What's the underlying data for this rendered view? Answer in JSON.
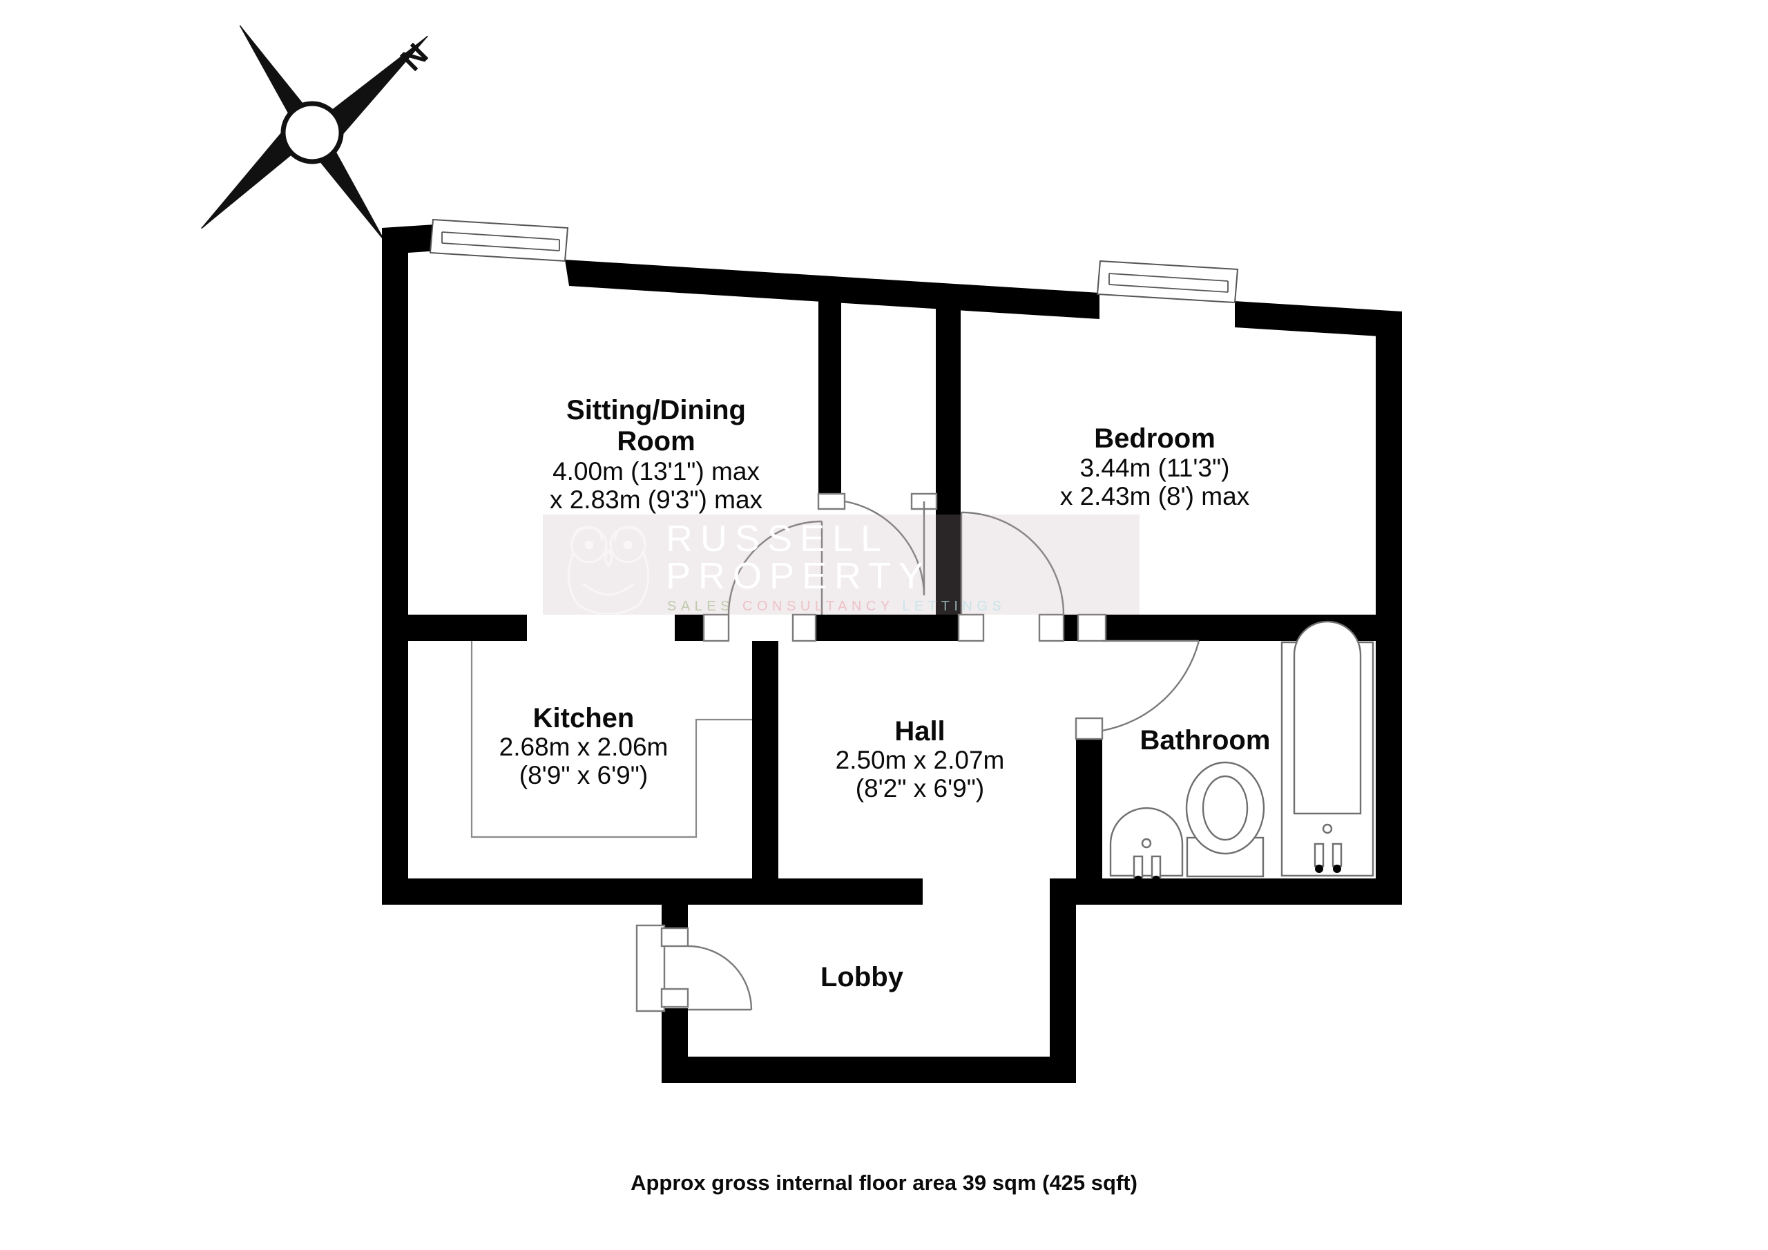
{
  "document": {
    "type": "floor-plan",
    "footer_note": "Approx gross internal floor area 39 sqm (425 sqft)"
  },
  "compass": {
    "label": "N",
    "icon": "compass-rose",
    "rotation_deg": 45
  },
  "rooms": [
    {
      "key": "sitting_dining",
      "name": "Sitting/Dining",
      "name_line2": "Room",
      "dim_line1": "4.00m (13'1\") max",
      "dim_line2": "x 2.83m (9'3\") max"
    },
    {
      "key": "bedroom",
      "name": "Bedroom",
      "name_line2": "",
      "dim_line1": "3.44m (11'3\")",
      "dim_line2": "x 2.43m (8') max"
    },
    {
      "key": "kitchen",
      "name": "Kitchen",
      "name_line2": "",
      "dim_line1": "2.68m x 2.06m",
      "dim_line2": "(8'9\" x 6'9\")"
    },
    {
      "key": "hall",
      "name": "Hall",
      "name_line2": "",
      "dim_line1": "2.50m x 2.07m",
      "dim_line2": "(8'2\" x 6'9\")"
    },
    {
      "key": "bathroom",
      "name": "Bathroom",
      "name_line2": "",
      "dim_line1": "",
      "dim_line2": ""
    },
    {
      "key": "lobby",
      "name": "Lobby",
      "name_line2": "",
      "dim_line1": "",
      "dim_line2": ""
    }
  ],
  "watermark": {
    "brand_line1": "RUSSELL",
    "brand_line2": "PROPERTY",
    "tagline_1": "SALES",
    "tagline_2": "CONSULTANCY",
    "tagline_3": "LETTINGS",
    "logo": "owl-logo",
    "colors": {
      "panel": "#beaaaf",
      "brand_text": "#ffffff",
      "tagline_sales": "#96af78",
      "tagline_consultancy": "#eba5af",
      "tagline_lettings": "#b9e1eb"
    }
  },
  "fixtures": [
    {
      "key": "bath",
      "name": "bathtub"
    },
    {
      "key": "wc",
      "name": "toilet"
    },
    {
      "key": "basin",
      "name": "wash-basin"
    },
    {
      "key": "counter",
      "name": "kitchen-counter"
    }
  ],
  "openings": [
    {
      "key": "window_sitting",
      "name": "window",
      "room": "sitting_dining"
    },
    {
      "key": "window_bedroom",
      "name": "window",
      "room": "bedroom"
    },
    {
      "key": "door_store",
      "name": "door",
      "room": "sitting_dining"
    },
    {
      "key": "door_sitting",
      "name": "door",
      "room": "sitting_dining"
    },
    {
      "key": "door_bedroom",
      "name": "door",
      "room": "bedroom"
    },
    {
      "key": "door_bathroom",
      "name": "door",
      "room": "bathroom"
    },
    {
      "key": "door_entrance",
      "name": "door",
      "room": "lobby"
    }
  ],
  "colors": {
    "wall": "#000000",
    "background": "#ffffff",
    "text": "#0a0a0a",
    "thin_line": "#8a8a8a"
  }
}
